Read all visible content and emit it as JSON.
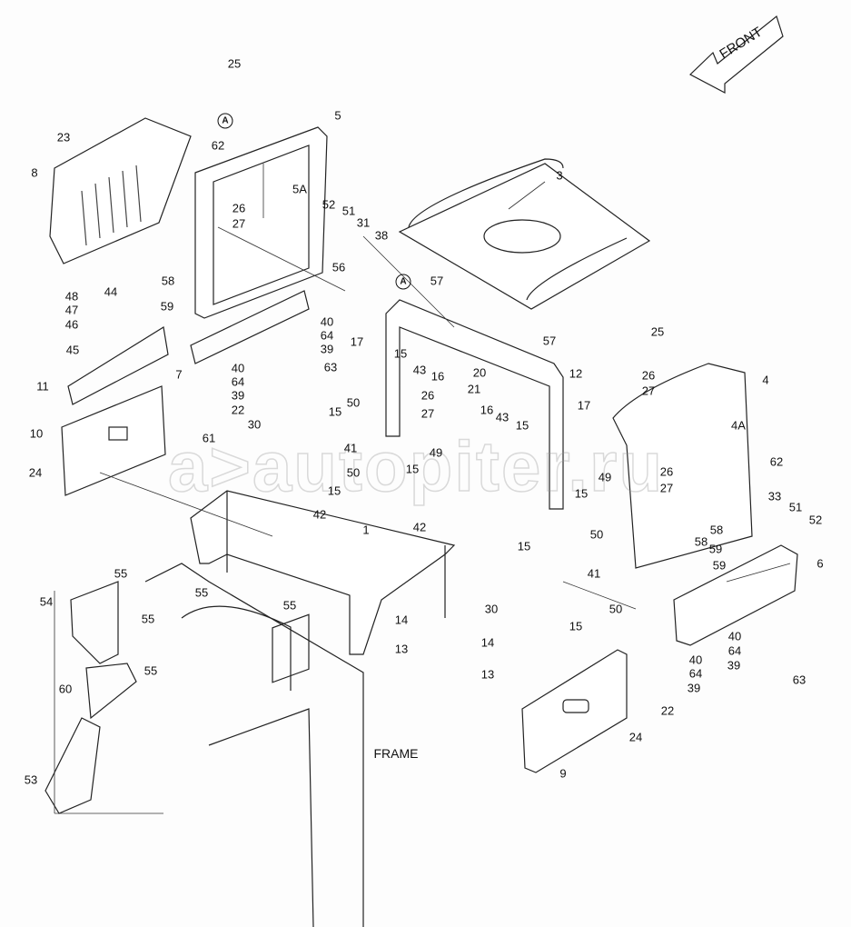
{
  "diagram": {
    "direction_label": "FRONT",
    "frame_label": "FRAME",
    "watermark": "autopiter.ru",
    "view_markers": [
      "A",
      "A"
    ],
    "part_callouts": [
      "25",
      "23",
      "8",
      "62",
      "5",
      "5A",
      "26",
      "27",
      "52",
      "51",
      "31",
      "58",
      "59",
      "48",
      "47",
      "46",
      "44",
      "45",
      "11",
      "7",
      "40",
      "64",
      "39",
      "63",
      "40",
      "64",
      "39",
      "22",
      "17",
      "38",
      "56",
      "3",
      "57",
      "15",
      "43",
      "16",
      "20",
      "21",
      "57",
      "12",
      "26",
      "27",
      "50",
      "15",
      "30",
      "41",
      "50",
      "15",
      "42",
      "61",
      "10",
      "24",
      "49",
      "15",
      "16",
      "43",
      "15",
      "17",
      "49",
      "15",
      "25",
      "26",
      "27",
      "4",
      "4A",
      "26",
      "27",
      "62",
      "15",
      "50",
      "41",
      "50",
      "15",
      "33",
      "51",
      "52",
      "58",
      "59",
      "58",
      "59",
      "6",
      "40",
      "64",
      "39",
      "63",
      "40",
      "64",
      "39",
      "22",
      "42",
      "1",
      "30",
      "14",
      "13",
      "14",
      "13",
      "24",
      "9",
      "55",
      "54",
      "55",
      "55",
      "55",
      "55",
      "60",
      "53"
    ]
  }
}
